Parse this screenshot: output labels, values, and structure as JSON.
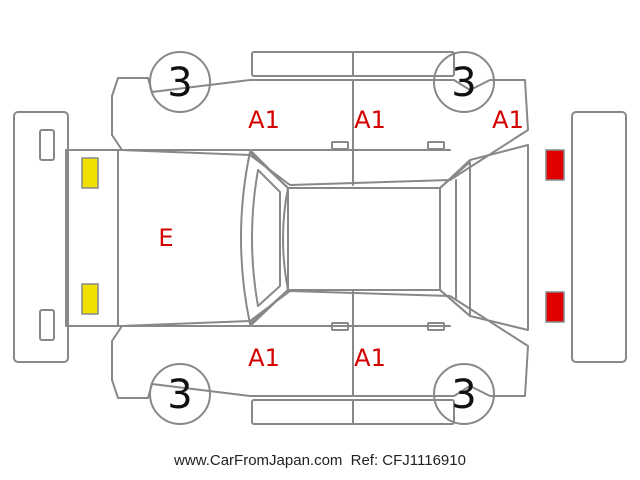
{
  "diagram": {
    "tires": {
      "front_left": "3",
      "rear_left": "3",
      "front_right": "3",
      "rear_right": "3"
    },
    "damage_marks": {
      "top_front_door": "A1",
      "top_rear_door": "A1",
      "top_rear_quarter": "A1",
      "bottom_front_door": "A1",
      "bottom_rear_door": "A1",
      "hood": "E"
    },
    "colors": {
      "outline": "#888888",
      "damage_text": "#d40000",
      "headlight": "#f0e000",
      "taillight": "#e00000"
    }
  },
  "footer": {
    "site": "www.CarFromJapan.com",
    "ref": "Ref: CFJ1116910"
  }
}
